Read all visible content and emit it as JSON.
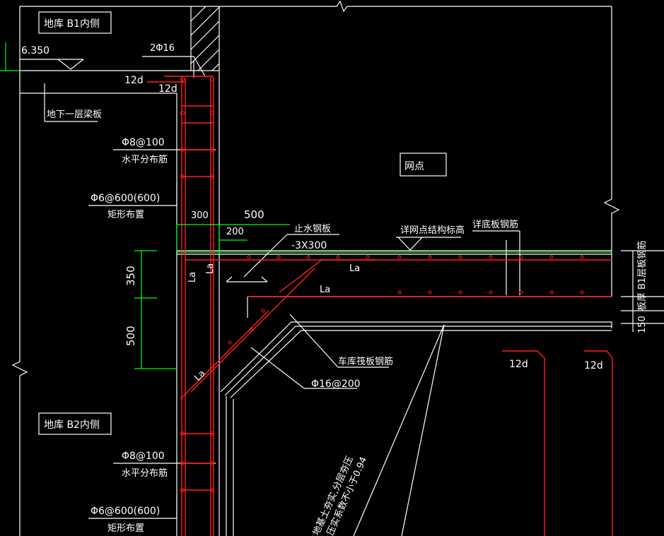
{
  "labels": {
    "b1_inner": "地库 B1内侧",
    "b2_inner": "地库 B2内侧",
    "elevation": "6.350",
    "bar_2phi16": "2Φ16",
    "anchor_12d_a": "12d",
    "anchor_12d_b": "12d",
    "slab_b1": "地下一层梁板",
    "bar_phi8_100_upper": "Φ8@100",
    "horiz_dist_upper": "水平分布筋",
    "bar_phi6_600_upper": "Φ6@600(600)",
    "rect_layout_upper": "矩形布置",
    "dim_300": "300",
    "dim_500_top": "500",
    "dim_200": "200",
    "water_stop_plate": "止水钢板",
    "water_stop_size": "-3X300",
    "net_point": "网点",
    "see_net_structure": "详网点结构标高",
    "see_bottom_rebar": "详底板钢筋",
    "dim_350": "350",
    "dim_500_side": "500",
    "la_1": "La",
    "la_2": "La",
    "la_3": "La",
    "la_4": "La",
    "la_5": "La",
    "b1_floor_rebar": "B1层板钢筋",
    "right_mid_text": "板厚",
    "dim_150": "150",
    "garage_bottom_rebar": "车库筏板钢筋",
    "bar_phi16_200": "Φ16@200",
    "anchor_12d_c": "12d",
    "anchor_12d_d": "12d",
    "bar_phi8_100_lower": "Φ8@100",
    "horiz_dist_lower": "水平分布筋",
    "bar_phi6_600_lower": "Φ6@600(600)",
    "rect_layout_lower": "矩形布置",
    "diag_note_1": "地基土夯实,分层夯压",
    "diag_note_2": "压实系数不小于0.94"
  },
  "colors": {
    "background": "#000000",
    "outline": "#ffffff",
    "rebar": "#ff2020",
    "dimension": "#00ff00"
  }
}
